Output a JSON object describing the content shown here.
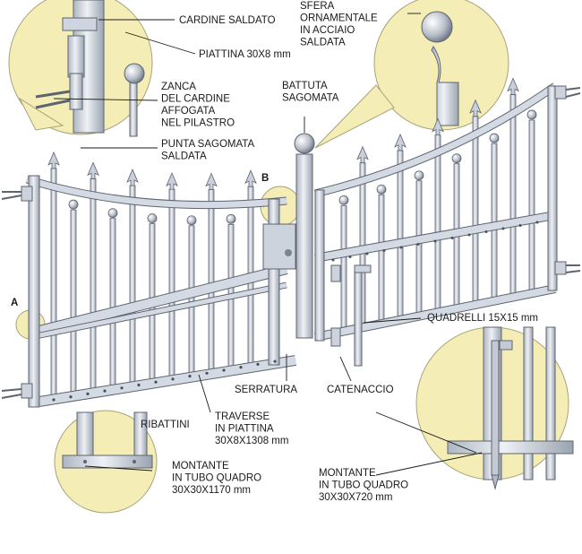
{
  "labels": {
    "cardine_saldato": "CARDINE SALDATO",
    "piattina": "PIATTINA 30X8 mm",
    "zanca": "ZANCA\nDEL CARDINE\nAFFOGATA\nNEL PILASTRO",
    "punta": "PUNTA SAGOMATA\nSALDATA",
    "sfera": "SFERA\nORNAMENTALE\nIN ACCIAIO\nSALDATA",
    "battuta": "BATTUTA\nSAGOMATA",
    "quadrelli": "QUADRELLI 15X15 mm",
    "serratura": "SERRATURA",
    "catenaccio": "CATENACCIO",
    "ribattini": "RIBATTINI",
    "traverse": "TRAVERSE\nIN PIATTINA\n30X8X1308 mm",
    "montante_left": "MONTANTE\nIN TUBO QUADRO\n30X30X1170 mm",
    "montante_right": "MONTANTE\nIN TUBO QUADRO\n30X30X720 mm"
  },
  "tags": {
    "a": "A",
    "b": "B"
  },
  "colors": {
    "metal": "#d4dae3",
    "metal_dark": "#9aa3b0",
    "outline": "#5d6470",
    "callout_fill": "#f4eeb6",
    "callout_stroke": "#a8a27a"
  }
}
